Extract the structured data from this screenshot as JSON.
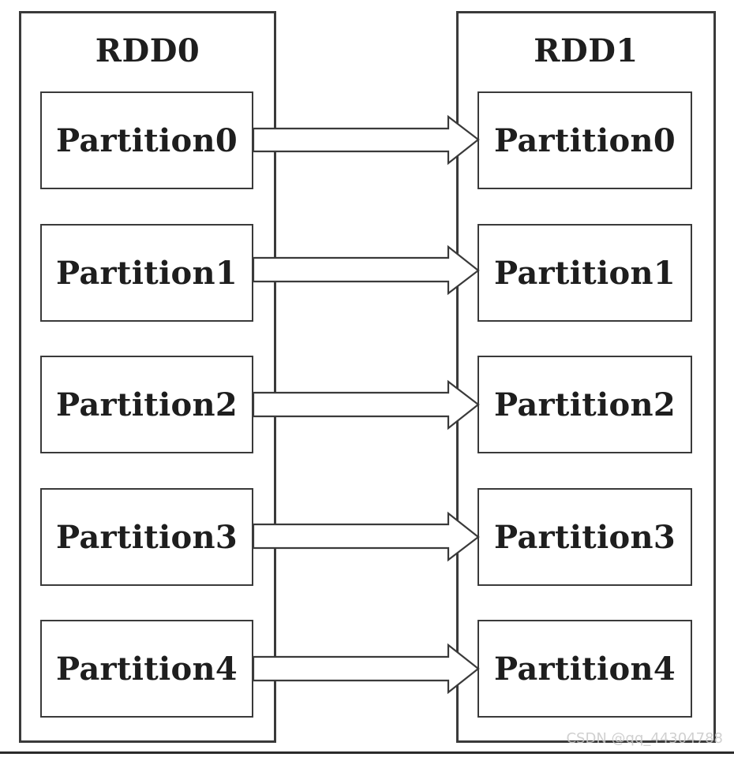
{
  "rdds": [
    {
      "title": "RDD0",
      "partitions": [
        "Partition0",
        "Partition1",
        "Partition2",
        "Partition3",
        "Partition4"
      ]
    },
    {
      "title": "RDD1",
      "partitions": [
        "Partition0",
        "Partition1",
        "Partition2",
        "Partition3",
        "Partition4"
      ]
    }
  ],
  "edges": [
    {
      "from": "RDD0.Partition0",
      "to": "RDD1.Partition0"
    },
    {
      "from": "RDD0.Partition1",
      "to": "RDD1.Partition1"
    },
    {
      "from": "RDD0.Partition2",
      "to": "RDD1.Partition2"
    },
    {
      "from": "RDD0.Partition3",
      "to": "RDD1.Partition3"
    },
    {
      "from": "RDD0.Partition4",
      "to": "RDD1.Partition4"
    }
  ],
  "watermark": "CSDN @qq_44304788",
  "colors": {
    "stroke": "#3a3a3a",
    "text": "#1e1e1e",
    "background": "#ffffff"
  }
}
